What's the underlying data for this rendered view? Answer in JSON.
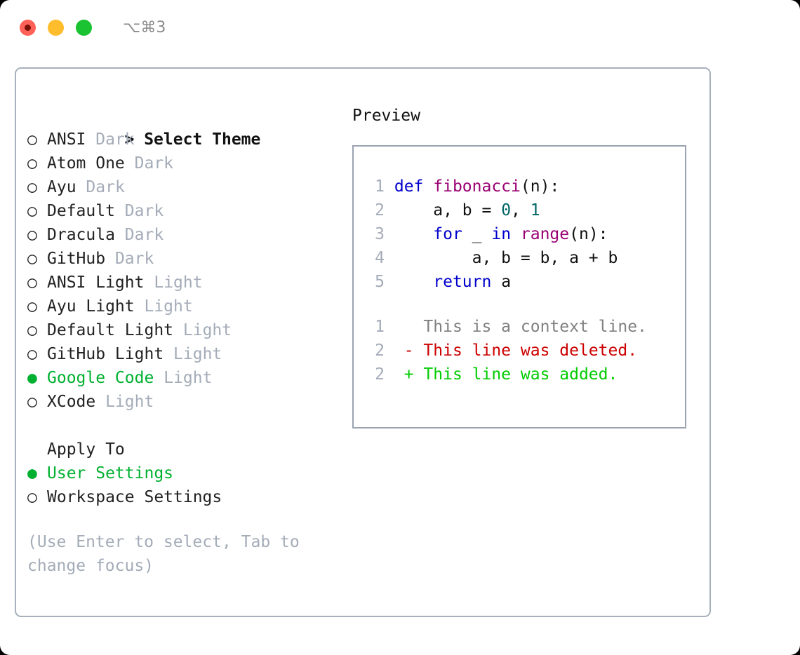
{
  "titlebar": {
    "traffic_lights": [
      {
        "name": "close",
        "color": "#ff6058"
      },
      {
        "name": "minimize",
        "color": "#ffbd2e"
      },
      {
        "name": "zoom",
        "color": "#19c332"
      }
    ],
    "shortcut": "⌥⌘3"
  },
  "left_panel": {
    "heading": "Select Theme",
    "heading_caret": ">",
    "marker_unselected": "○",
    "marker_selected": "●",
    "themes": [
      {
        "name": "ANSI",
        "variant": "Dark",
        "selected": false
      },
      {
        "name": "Atom One",
        "variant": "Dark",
        "selected": false
      },
      {
        "name": "Ayu",
        "variant": "Dark",
        "selected": false
      },
      {
        "name": "Default",
        "variant": "Dark",
        "selected": false
      },
      {
        "name": "Dracula",
        "variant": "Dark",
        "selected": false
      },
      {
        "name": "GitHub",
        "variant": "Dark",
        "selected": false
      },
      {
        "name": "ANSI Light",
        "variant": "Light",
        "selected": false
      },
      {
        "name": "Ayu Light",
        "variant": "Light",
        "selected": false
      },
      {
        "name": "Default Light",
        "variant": "Light",
        "selected": false
      },
      {
        "name": "GitHub Light",
        "variant": "Light",
        "selected": false
      },
      {
        "name": "Google Code",
        "variant": "Light",
        "selected": true
      },
      {
        "name": "XCode",
        "variant": "Light",
        "selected": false
      }
    ],
    "apply_to_label": "Apply To",
    "apply_to_options": [
      {
        "name": "User Settings",
        "selected": true
      },
      {
        "name": "Workspace Settings",
        "selected": false
      }
    ],
    "hint": "(Use Enter to select, Tab to change focus)"
  },
  "right_panel": {
    "title": "Preview",
    "code_lines": [
      {
        "no": "1",
        "tokens": [
          {
            "t": "def ",
            "c": "kw"
          },
          {
            "t": "fibonacci",
            "c": "fn"
          },
          {
            "t": "(n):",
            "c": "punc"
          }
        ]
      },
      {
        "no": "2",
        "tokens": [
          {
            "t": "    a, b ",
            "c": "id"
          },
          {
            "t": "= ",
            "c": "punc"
          },
          {
            "t": "0",
            "c": "num"
          },
          {
            "t": ", ",
            "c": "punc"
          },
          {
            "t": "1",
            "c": "num"
          }
        ]
      },
      {
        "no": "3",
        "tokens": [
          {
            "t": "    ",
            "c": "id"
          },
          {
            "t": "for ",
            "c": "kw"
          },
          {
            "t": "_ ",
            "c": "id"
          },
          {
            "t": "in ",
            "c": "kw"
          },
          {
            "t": "range",
            "c": "fn"
          },
          {
            "t": "(n):",
            "c": "punc"
          }
        ]
      },
      {
        "no": "4",
        "tokens": [
          {
            "t": "        a, b = b, a + b",
            "c": "id"
          }
        ]
      },
      {
        "no": "5",
        "tokens": [
          {
            "t": "    ",
            "c": "id"
          },
          {
            "t": "return ",
            "c": "kw"
          },
          {
            "t": "a",
            "c": "id"
          }
        ]
      }
    ],
    "diff_lines": [
      {
        "no": "1",
        "marker": " ",
        "text": " This is a context line.",
        "kind": "ctx"
      },
      {
        "no": "2",
        "marker": "-",
        "text": " This line was deleted.",
        "kind": "del"
      },
      {
        "no": "2",
        "marker": "+",
        "text": " This line was added.",
        "kind": "add"
      }
    ]
  },
  "colors": {
    "accent_green": "#00b030",
    "muted": "#a4acb8",
    "border": "#a7b0bd",
    "keyword": "#0000cc",
    "function": "#990073",
    "number": "#006666",
    "diff_add": "#00cc00",
    "diff_del": "#cc0000"
  }
}
